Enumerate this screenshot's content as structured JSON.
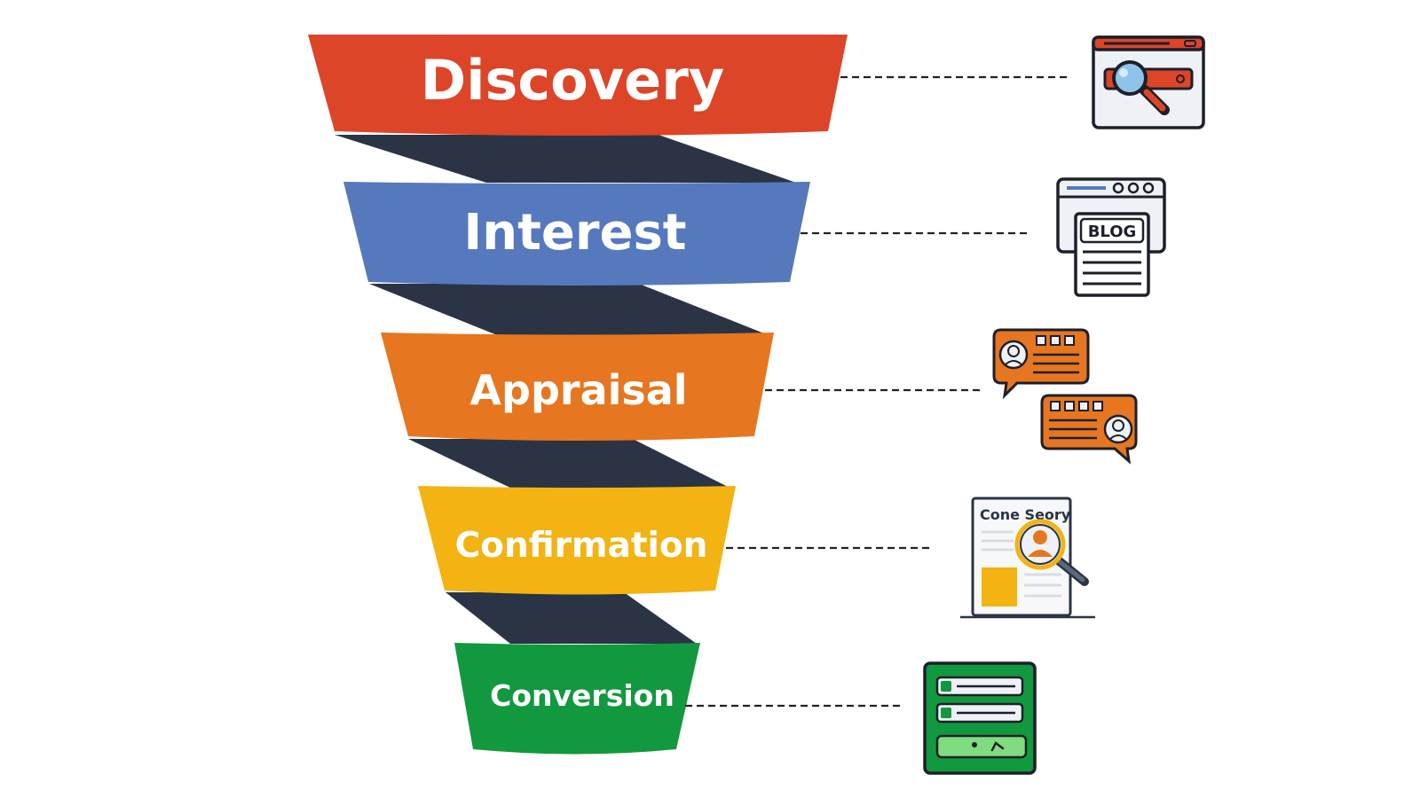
{
  "funnel": {
    "stages": [
      {
        "label": "Discovery",
        "color": "#dc4528",
        "icon": "browser-search-icon"
      },
      {
        "label": "Interest",
        "color": "#5678bd",
        "icon": "blog-page-icon"
      },
      {
        "label": "Appraisal",
        "color": "#e6761f",
        "icon": "review-chat-icon"
      },
      {
        "label": "Confirmation",
        "color": "#f2b313",
        "icon": "case-study-icon"
      },
      {
        "label": "Conversion",
        "color": "#12983e",
        "icon": "signup-form-icon"
      }
    ],
    "connector_color": "#2a3444"
  },
  "icons": {
    "blog_label": "BLOG",
    "case_study_label": "Cone Seory"
  }
}
